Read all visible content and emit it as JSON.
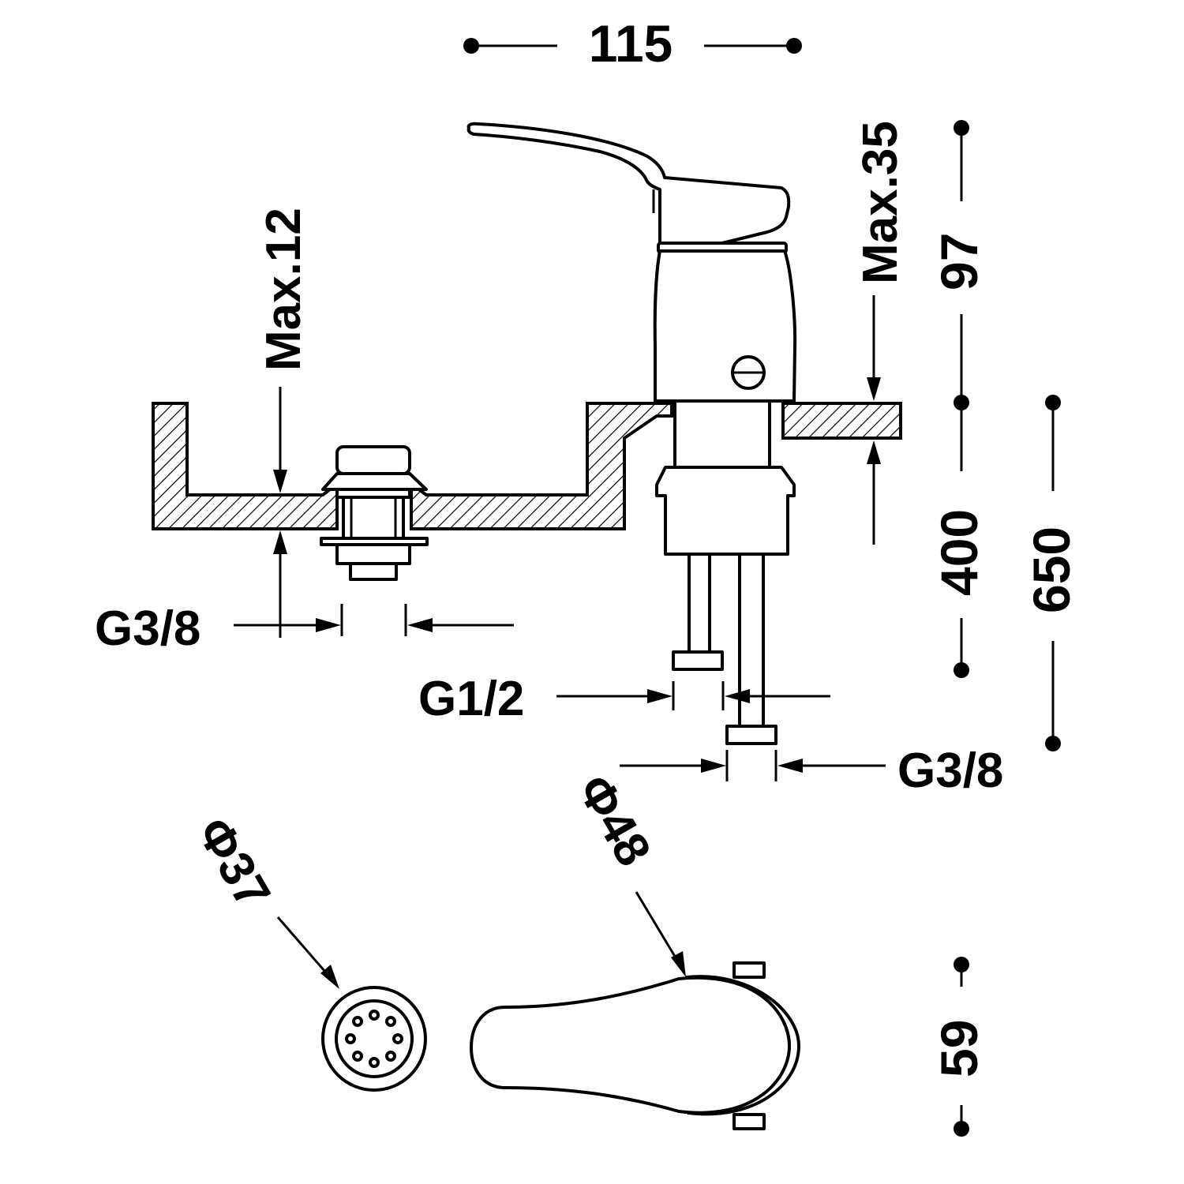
{
  "dimensions": {
    "width_top": "115",
    "max_35": "Max.35",
    "max_12": "Max.12",
    "height_97": "97",
    "height_400": "400",
    "height_650": "650",
    "g38_left": "G3/8",
    "g12": "G1/2",
    "g38_right": "G3/8",
    "dia_37": "Φ37",
    "dia_48": "Φ48",
    "height_59": "59"
  }
}
